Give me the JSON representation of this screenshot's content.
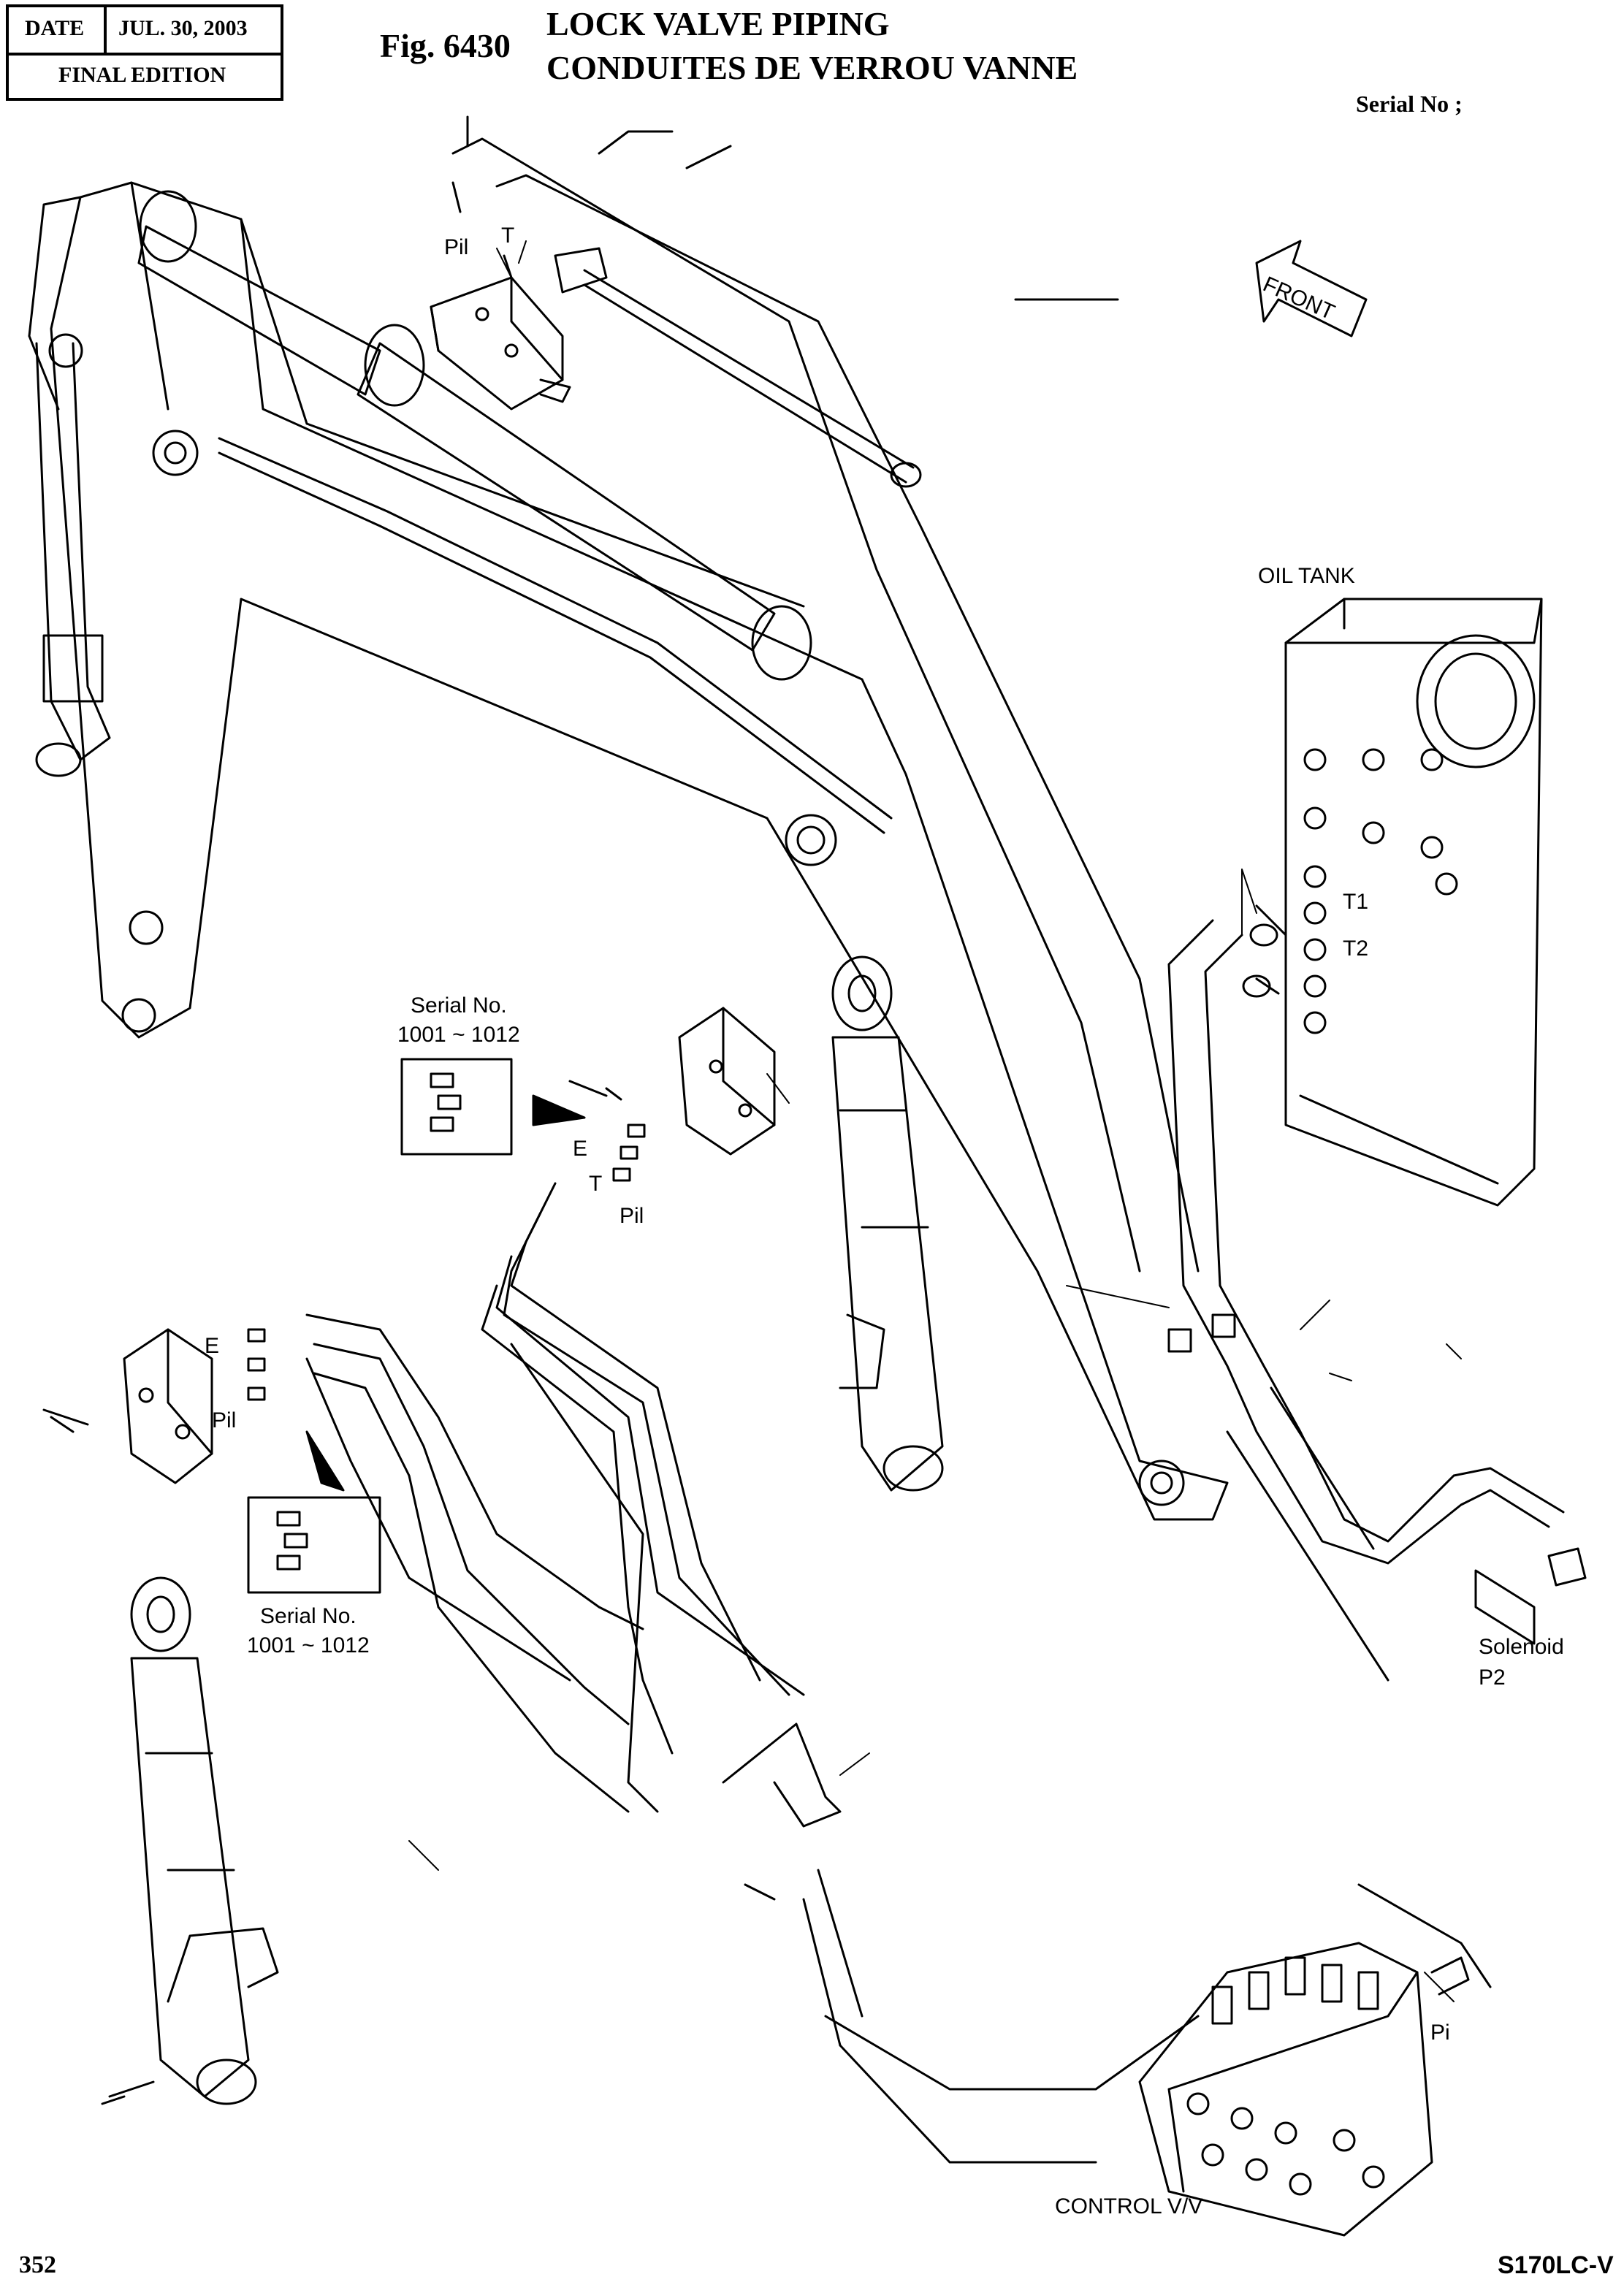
{
  "header": {
    "date_label": "DATE",
    "date_value": "JUL. 30, 2003",
    "edition": "FINAL EDITION",
    "figure": "Fig. 6430",
    "title_en": "LOCK VALVE PIPING",
    "title_fr": "CONDUITES DE VERROU VANNE",
    "serial": "Serial No ;"
  },
  "labels": {
    "pil_top": "Pil",
    "t_top": "T",
    "front": "FRONT",
    "oil_tank": "OIL TANK",
    "t1": "T1",
    "t2": "T2",
    "serial_no_1": "Serial No.",
    "serial_range_1": "1001 ~ 1012",
    "e_mid": "E",
    "t_mid": "T",
    "pil_mid": "Pil",
    "e_left": "E",
    "pil_left": "Pil",
    "serial_no_2": "Serial No.",
    "serial_range_2": "1001 ~ 1012",
    "solenoid": "Solenoid",
    "p2": "P2",
    "pi": "Pi",
    "control_valve": "CONTROL V/V"
  },
  "footer": {
    "page": "352",
    "model": "S170LC-V"
  }
}
